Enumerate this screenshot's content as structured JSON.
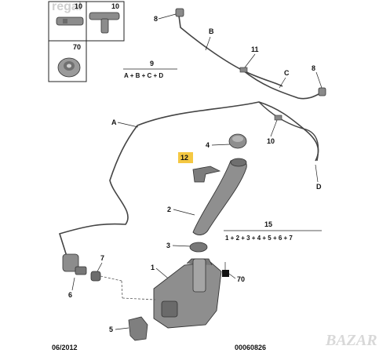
{
  "watermark_top": "regal",
  "watermark_bottom": "BAZAR",
  "callouts": {
    "c1": "1",
    "c2": "2",
    "c3": "3",
    "c4": "4",
    "c5": "5",
    "c6": "6",
    "c7": "7",
    "c8a": "8",
    "c8b": "8",
    "c9": "9",
    "c10a": "10",
    "c10b": "10",
    "c11": "11",
    "c12": "12",
    "c15": "15",
    "c70a": "70",
    "c70b": "70",
    "cA": "A",
    "cB": "B",
    "cC": "C",
    "cD": "D"
  },
  "groups": {
    "g9": "A + B + C + D",
    "g15": "1 + 2 + 3 + 4 + 5 + 6 + 7"
  },
  "footer": {
    "date": "06/2012",
    "ref": "00060826"
  },
  "colors": {
    "highlight_box": "#f5c842",
    "line": "#222222",
    "part_fill": "#9a9a9a",
    "part_dark": "#5a5a5a"
  }
}
